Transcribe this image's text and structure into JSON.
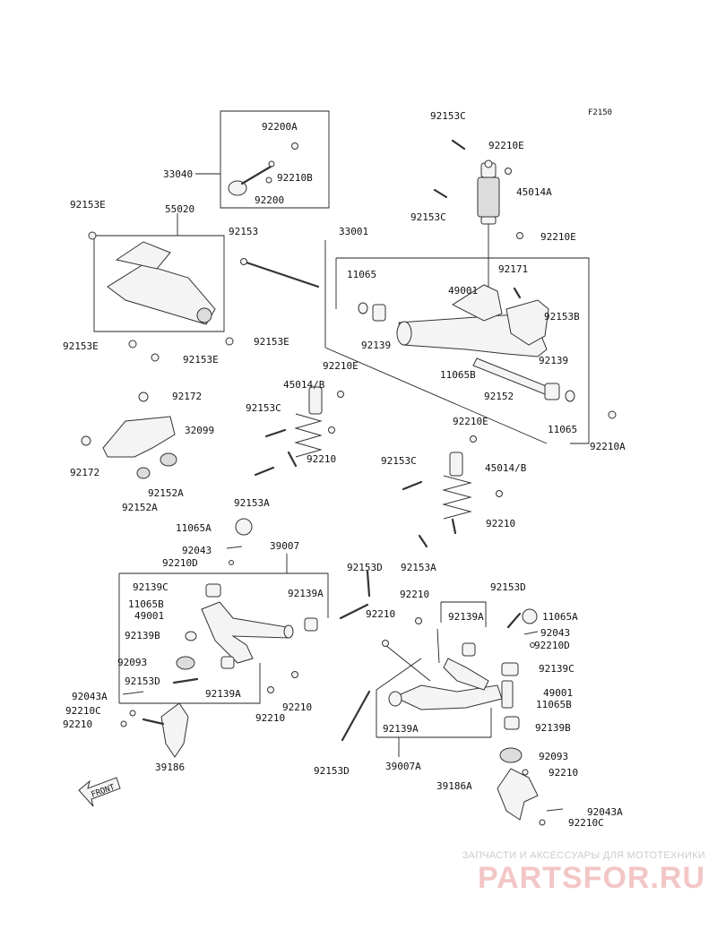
{
  "diagram": {
    "code": "F2150",
    "front_label": "FRONT",
    "watermark": {
      "line1": "ЗАПЧАСТИ И АКСЕССУАРЫ ДЛЯ МОТОТЕХНИКИ",
      "line2": "PARTSFOR.RU"
    },
    "labels": [
      "92153C",
      "92210E",
      "45014A",
      "92153C",
      "92210E",
      "33001",
      "92171",
      "49001",
      "92153B",
      "11065",
      "92139",
      "11065B",
      "92139",
      "92152",
      "11065",
      "92210A",
      "33040",
      "92200A",
      "92210B",
      "92200",
      "92153E",
      "55020",
      "92153",
      "92153E",
      "92153E",
      "92153E",
      "92172",
      "32099",
      "92172",
      "92152A",
      "92152A",
      "92210E",
      "45014/B",
      "92153C",
      "92210",
      "92153A",
      "92210E",
      "92153C",
      "45014/B",
      "92210",
      "92153A",
      "11065A",
      "92043",
      "92210D",
      "39007",
      "92153D",
      "92139C",
      "11065B",
      "49001",
      "92139A",
      "92139B",
      "92093",
      "92153D",
      "92139A",
      "92210",
      "92210",
      "92043A",
      "92210C",
      "92210",
      "39186",
      "92210",
      "92210",
      "92139A",
      "92153D",
      "11065A",
      "92043",
      "92210D",
      "92139C",
      "49001",
      "11065B",
      "92139B",
      "92139A",
      "92153D",
      "39007A",
      "92093",
      "92210",
      "39186A",
      "92043A",
      "92210C"
    ]
  }
}
